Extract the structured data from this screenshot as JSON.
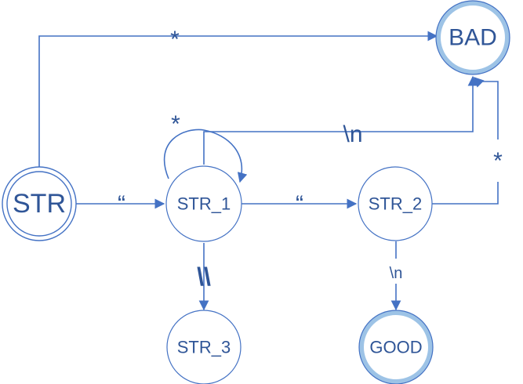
{
  "states": {
    "str": {
      "label": "STR",
      "kind": "start"
    },
    "str1": {
      "label": "STR_1",
      "kind": "normal"
    },
    "str2": {
      "label": "STR_2",
      "kind": "normal"
    },
    "str3": {
      "label": "STR_3",
      "kind": "normal"
    },
    "good": {
      "label": "GOOD",
      "kind": "accept"
    },
    "bad": {
      "label": "BAD",
      "kind": "accept"
    }
  },
  "transitions": {
    "str_to_bad": {
      "label": "*"
    },
    "str_to_str1": {
      "label": "“"
    },
    "str1_loop": {
      "label": "*"
    },
    "str1_to_bad": {
      "label": "\\n"
    },
    "str1_to_str2": {
      "label": "“"
    },
    "str1_to_str3": {
      "label": "\\\\"
    },
    "str2_to_bad": {
      "label": "*"
    },
    "str2_to_good": {
      "label": "\\n"
    }
  },
  "colors": {
    "stroke": "#4472C4",
    "text": "#2F5597",
    "accept_ring": "#9DC3E6"
  }
}
